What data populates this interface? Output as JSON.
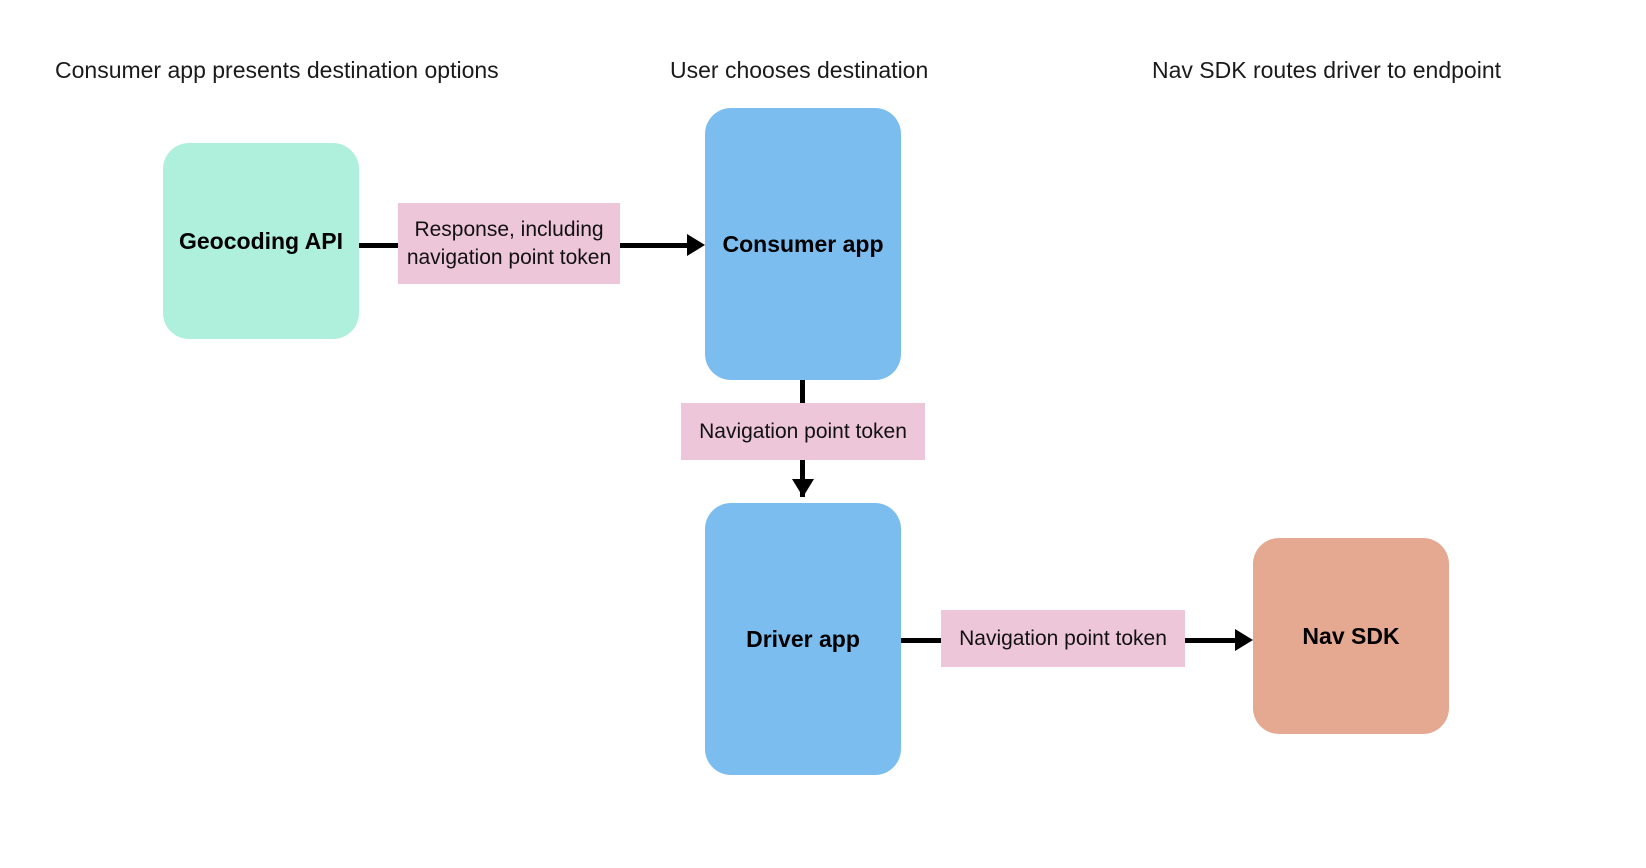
{
  "diagram": {
    "type": "flow",
    "background_color": "#FFFFFF",
    "columns": [
      {
        "id": "consumer-stage",
        "heading": "Consumer app presents destination options"
      },
      {
        "id": "user-stage",
        "heading": "User chooses destination"
      },
      {
        "id": "navsdk-stage",
        "heading": "Nav SDK routes driver to endpoint"
      }
    ],
    "nodes": [
      {
        "id": "geocoding-api",
        "label": "Geocoding API",
        "color": "#AEF0DC",
        "shape": "rounded-rect"
      },
      {
        "id": "consumer-app",
        "label": "Consumer app",
        "color": "#7CBDF0",
        "shape": "rounded-rect"
      },
      {
        "id": "driver-app",
        "label": "Driver app",
        "color": "#7CBDF0",
        "shape": "rounded-rect"
      },
      {
        "id": "nav-sdk",
        "label": "Nav SDK",
        "color": "#E5A991",
        "shape": "rounded-rect"
      }
    ],
    "edges": [
      {
        "id": "edge-geocoding-to-consumer",
        "from": "geocoding-api",
        "to": "consumer-app",
        "label": "Response, including navigation point token",
        "label_color": "#EEC6DA",
        "direction": "right"
      },
      {
        "id": "edge-consumer-to-driver",
        "from": "consumer-app",
        "to": "driver-app",
        "label": "Navigation point token",
        "label_color": "#EEC6DA",
        "direction": "down"
      },
      {
        "id": "edge-driver-to-navsdk",
        "from": "driver-app",
        "to": "nav-sdk",
        "label": "Navigation point token",
        "label_color": "#EEC6DA",
        "direction": "right"
      }
    ],
    "arrow_color": "#000000"
  }
}
